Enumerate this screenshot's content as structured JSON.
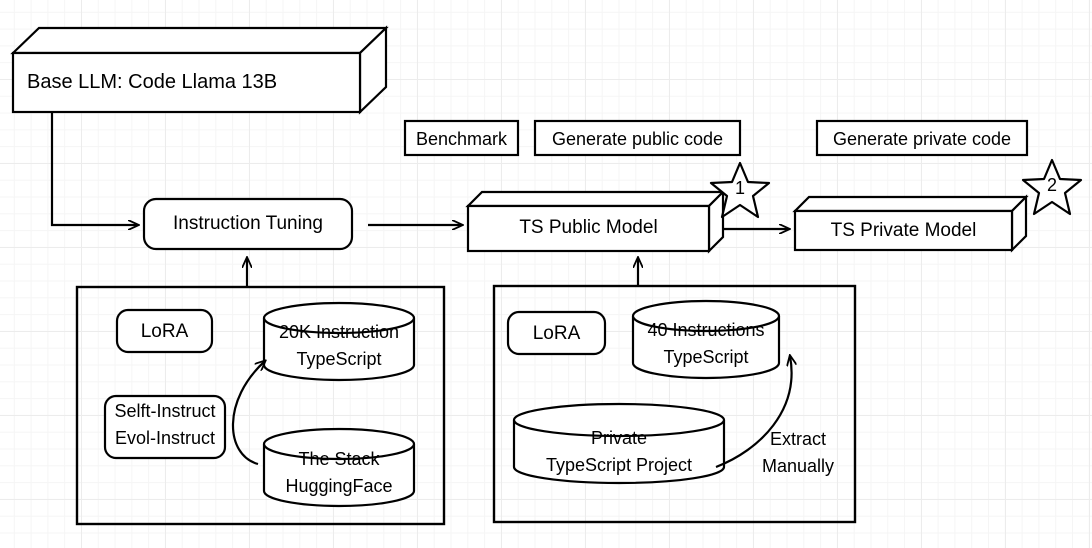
{
  "diagram": {
    "title_box": {
      "label": "Base LLM: Code Llama 13B"
    },
    "tuning_box": {
      "label": "Instruction Tuning"
    },
    "models": [
      {
        "id": "public",
        "label": "TS Public Model"
      },
      {
        "id": "private",
        "label": "TS Private Model"
      }
    ],
    "annotations": [
      {
        "id": "benchmark",
        "label": "Benchmark"
      },
      {
        "id": "generate-public-code",
        "label": "Generate public code"
      },
      {
        "id": "generate-private-code",
        "label": "Generate private code"
      }
    ],
    "stars": [
      {
        "id": "star-1",
        "label": "1"
      },
      {
        "id": "star-2",
        "label": "2"
      }
    ],
    "left_group": {
      "lora": {
        "label": "LoRA"
      },
      "methods": {
        "line1": "Selft-Instruct",
        "line2": "Evol-Instruct"
      },
      "datasets": [
        {
          "id": "instruction-dataset",
          "line1": "20K Instruction",
          "line2": "TypeScript"
        },
        {
          "id": "the-stack-dataset",
          "line1": "The Stack",
          "line2": "HuggingFace"
        }
      ]
    },
    "right_group": {
      "lora": {
        "label": "LoRA"
      },
      "datasets": [
        {
          "id": "private-instructions",
          "line1": "40 Instructions",
          "line2": "TypeScript"
        },
        {
          "id": "private-project",
          "line1": "Private",
          "line2": "TypeScript Project"
        }
      ],
      "extract_note": {
        "line1": "Extract",
        "line2": "Manually"
      }
    },
    "colors": {
      "stroke": "#000000",
      "fill": "#ffffff",
      "grid_minor": "#f5f5f5",
      "grid_major": "#ececec"
    }
  }
}
